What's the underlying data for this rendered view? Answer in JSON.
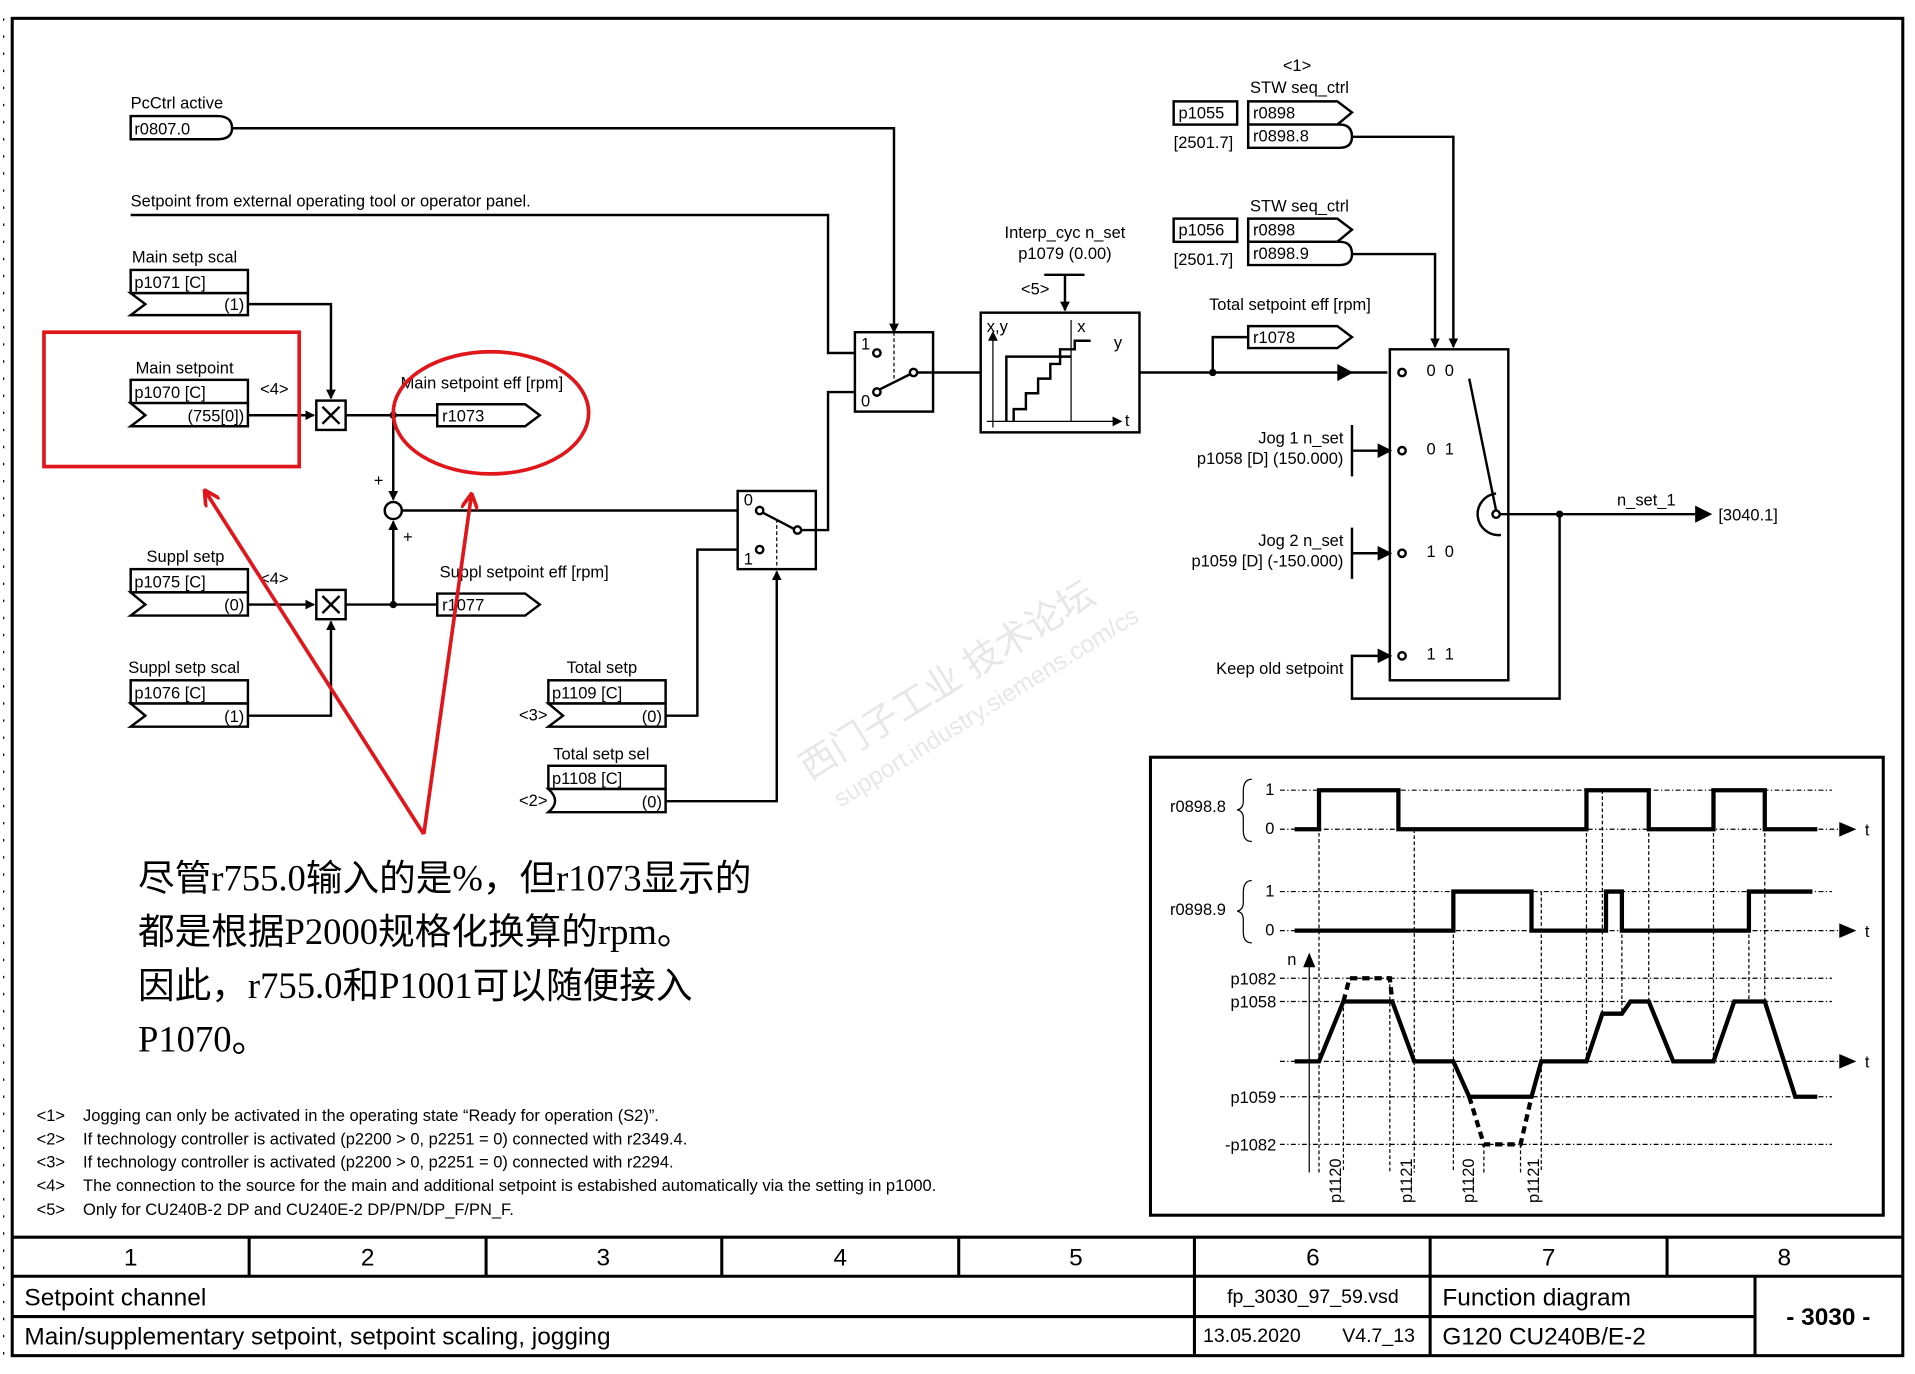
{
  "diagram": {
    "pcctrl": {
      "label": "PcCtrl active",
      "param": "r0807.0"
    },
    "external": "Setpoint from external operating tool or operator panel.",
    "main_scal": {
      "label": "Main setp scal",
      "param": "p1071 [C]",
      "value": "(1)"
    },
    "main_setp": {
      "label": "Main setpoint",
      "param": "p1070 [C]",
      "value": "(755[0])",
      "note": "<4>"
    },
    "main_eff": {
      "label": "Main setpoint eff [rpm]",
      "param": "r1073"
    },
    "suppl_setp": {
      "label": "Suppl setp",
      "param": "p1075 [C]",
      "value": "(0)",
      "note": "<4>"
    },
    "suppl_eff": {
      "label": "Suppl setpoint eff [rpm]",
      "param": "r1077"
    },
    "suppl_scal": {
      "label": "Suppl setp scal",
      "param": "p1076 [C]",
      "value": "(1)"
    },
    "total_setp": {
      "label": "Total setp",
      "param": "p1109 [C]",
      "value": "(0)",
      "note": "<3>"
    },
    "total_sel": {
      "label": "Total setp sel",
      "param": "p1108 [C]",
      "value": "(0)",
      "note": "<2>"
    },
    "plus": "+",
    "sw0": "0",
    "sw1": "1",
    "interp": {
      "label": "Interp_cyc n_set",
      "param": "p1079  (0.00)",
      "note": "<5>",
      "xy": "x,y",
      "x": "x",
      "y": "y",
      "t": "t"
    },
    "total_eff": {
      "label": "Total setpoint eff [rpm]",
      "param": "r1078"
    },
    "stw1": {
      "note": "<1>",
      "label": "STW seq_ctrl",
      "p": "p1055",
      "r": "r0898",
      "bit": "r0898.8",
      "ref": "[2501.7]"
    },
    "stw2": {
      "label": "STW seq_ctrl",
      "p": "p1056",
      "r": "r0898",
      "bit": "r0898.9",
      "ref": "[2501.7]"
    },
    "sel": [
      "0  0",
      "0  1",
      "1  0",
      "1  1"
    ],
    "jog1": {
      "label": "Jog 1 n_set",
      "param": "p1058 [D] (150.000)"
    },
    "jog2": {
      "label": "Jog 2 n_set",
      "param": "p1059 [D] (-150.000)"
    },
    "keep": "Keep old setpoint",
    "out": {
      "label": "n_set_1",
      "ref": "[3040.1]"
    }
  },
  "timing": {
    "sig1": "r0898.8",
    "sig2": "r0898.9",
    "one": "1",
    "zero": "0",
    "t": "t",
    "n": "n",
    "p1082": "p1082",
    "p1058": "p1058",
    "p1059": "p1059",
    "mp1082": "-p1082",
    "p1120": "p1120",
    "p1121": "p1121"
  },
  "annotation": {
    "color": "#e0161b",
    "lines": [
      "尽管r755.0输入的是%，但r1073显示的",
      "都是根据P2000规格化换算的rpm。",
      "因此，r755.0和P1001可以随便接入",
      "P1070。"
    ]
  },
  "watermark": [
    "西门子工业  技术论坛",
    "support.industry.siemens.com/cs"
  ],
  "footnotes": [
    {
      "tag": "<1>",
      "text": "Jogging can only be activated in the operating state “Ready for operation (S2)”."
    },
    {
      "tag": "<2>",
      "text": "If technology controller is activated (p2200 > 0, p2251 = 0) connected with r2349.4."
    },
    {
      "tag": "<3>",
      "text": "If technology controller is activated (p2200 > 0, p2251 = 0) connected with r2294."
    },
    {
      "tag": "<4>",
      "text": "The connection to the source for the main and additional setpoint is estabished automatically via the setting in p1000."
    },
    {
      "tag": "<5>",
      "text": "Only for CU240B-2 DP and CU240E-2 DP/PN/DP_F/PN_F."
    }
  ],
  "titleblock": {
    "columns": [
      "1",
      "2",
      "3",
      "4",
      "5",
      "6",
      "7",
      "8"
    ],
    "title": "Setpoint channel",
    "subtitle": "Main/supplementary setpoint, setpoint scaling, jogging",
    "file": "fp_3030_97_59.vsd",
    "date": "13.05.2020",
    "version": "V4.7_13",
    "type": "Function diagram",
    "device": "G120 CU240B/E-2",
    "number": "- 3030 -"
  }
}
